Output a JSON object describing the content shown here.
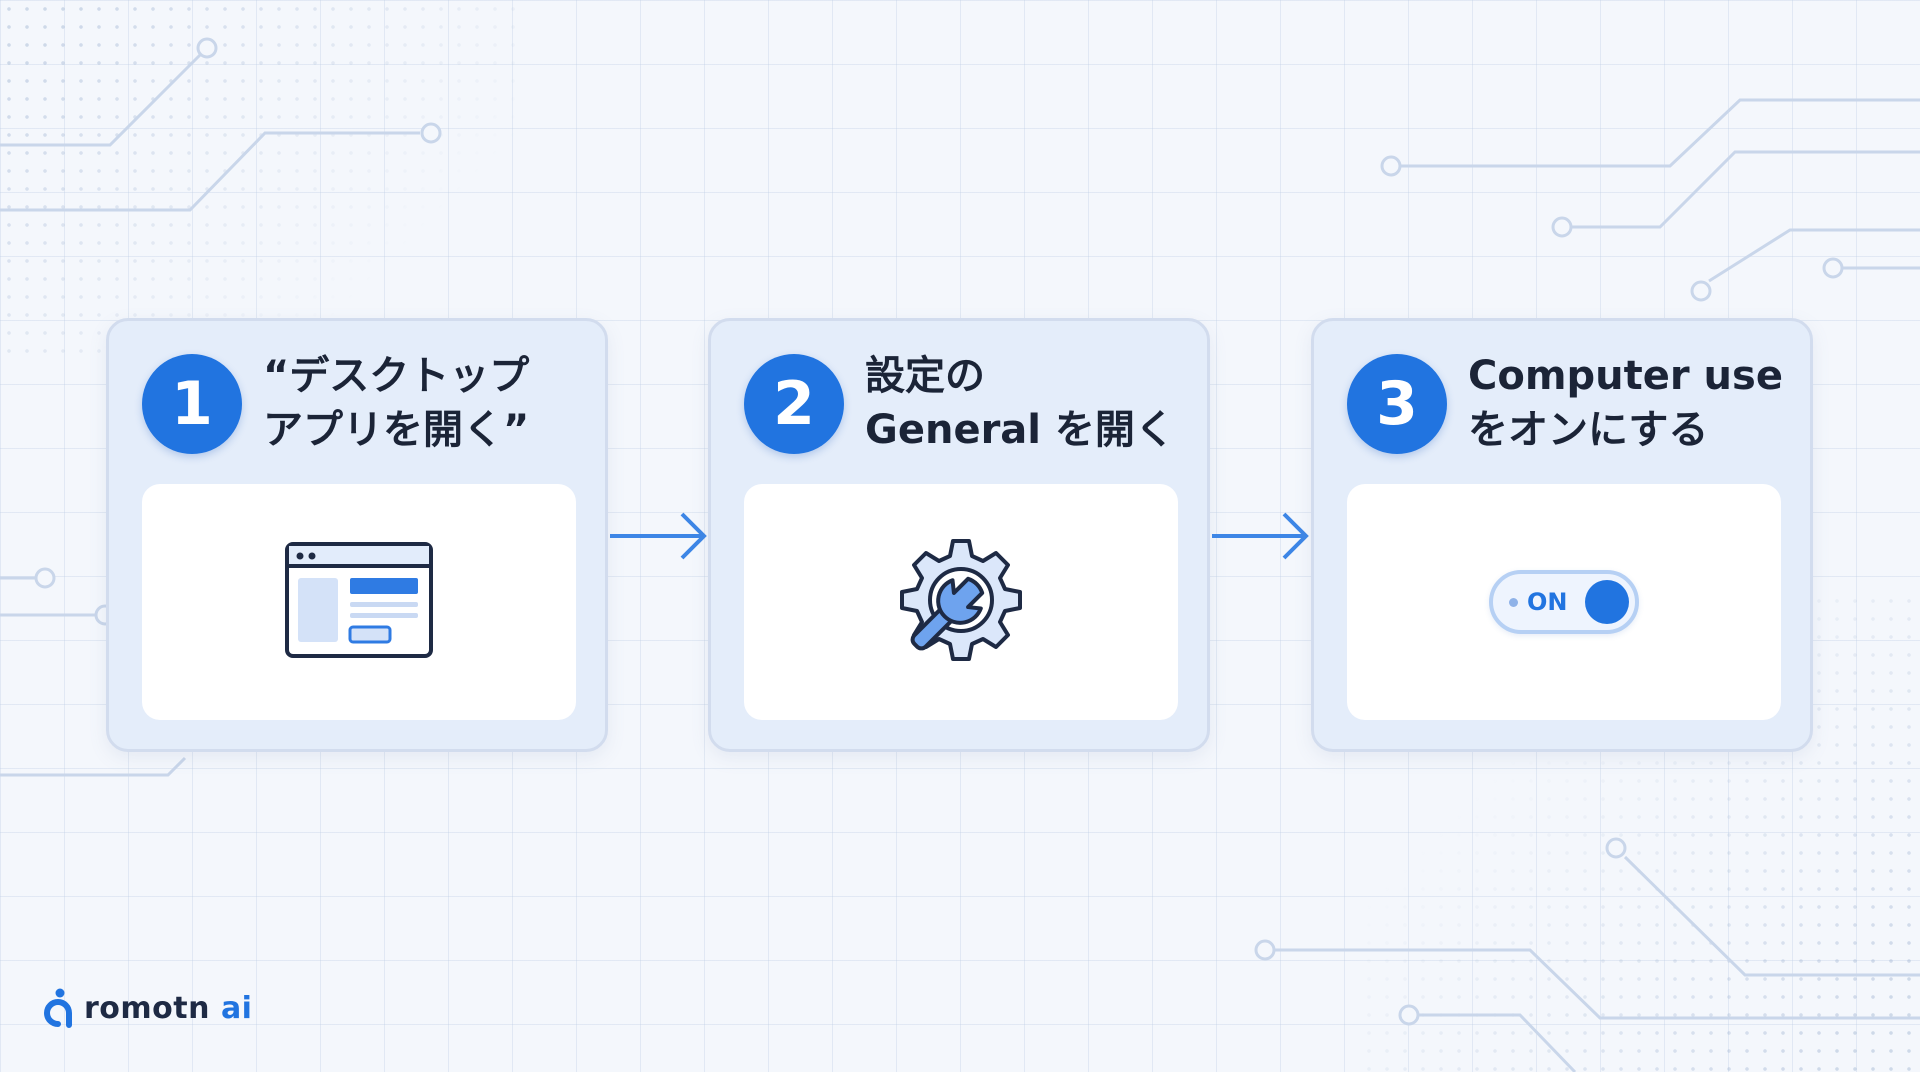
{
  "steps": [
    {
      "number": "1",
      "title_line1": "“デスクトップ",
      "title_line2": "アプリを開く”",
      "icon": "app-window-icon"
    },
    {
      "number": "2",
      "title_line1": "設定の",
      "title_line2": "General を開く",
      "icon": "gear-wrench-icon"
    },
    {
      "number": "3",
      "title_line1": "Computer use",
      "title_line2": "をオンにする",
      "icon": "toggle-switch-icon"
    }
  ],
  "toggle": {
    "label": "ON",
    "state": "on"
  },
  "logo": {
    "name": "romotn",
    "suffix": "ai"
  },
  "colors": {
    "accent": "#2174e0",
    "card": "#e4edfa",
    "panel": "#ffffff",
    "text": "#1b2437"
  }
}
